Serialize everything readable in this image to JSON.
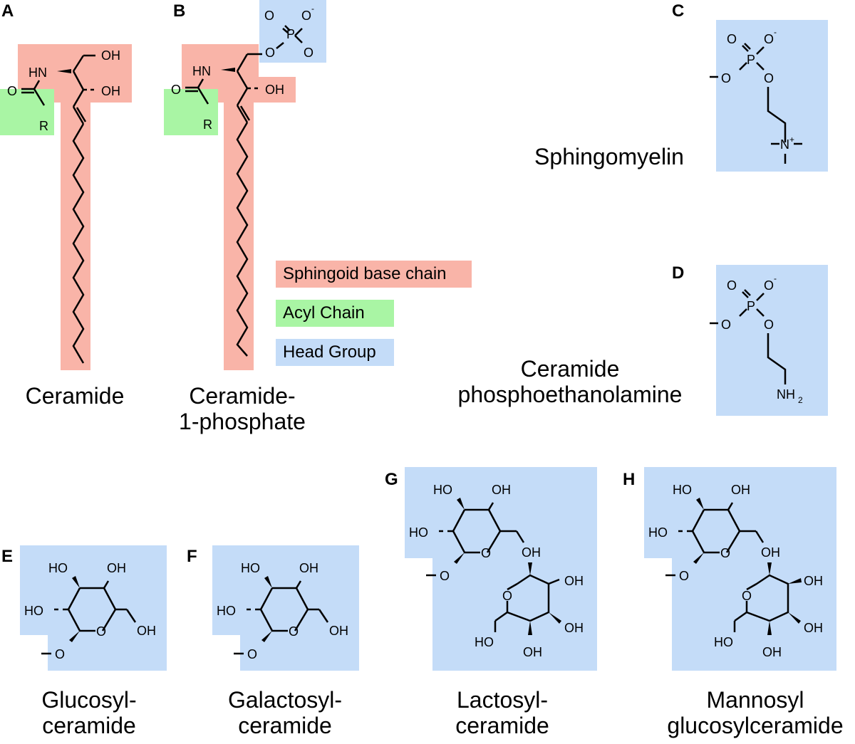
{
  "colors": {
    "sphingoid": "#f9b4a8",
    "acyl": "#a9f5a4",
    "head": "#c4dcf8"
  },
  "legend": [
    {
      "label": "Sphingoid base chain",
      "color": "#f9b4a8"
    },
    {
      "label": "Acyl Chain",
      "color": "#a9f5a4"
    },
    {
      "label": "Head Group",
      "color": "#c4dcf8"
    }
  ],
  "panels": {
    "A": {
      "letter": "A",
      "caption": "Ceramide"
    },
    "B": {
      "letter": "B",
      "caption_line1": "Ceramide-",
      "caption_line2": "1-phosphate"
    },
    "C": {
      "letter": "C",
      "caption": "Sphingomyelin"
    },
    "D": {
      "letter": "D",
      "caption_line1": "Ceramide",
      "caption_line2": "phosphoethanolamine"
    },
    "E": {
      "letter": "E",
      "caption_line1": "Glucosyl-",
      "caption_line2": "ceramide"
    },
    "F": {
      "letter": "F",
      "caption_line1": "Galactosyl-",
      "caption_line2": "ceramide"
    },
    "G": {
      "letter": "G",
      "caption_line1": "Lactosyl-",
      "caption_line2": "ceramide"
    },
    "H": {
      "letter": "H",
      "caption_line1": "Mannosyl",
      "caption_line2": "glucosylceramide"
    }
  },
  "atoms": {
    "hn": "HN",
    "oh": "OH",
    "ho": "HO",
    "o": "O",
    "r": "R",
    "p": "P",
    "n": "N",
    "nh2": "NH",
    "sub2": "2",
    "minus": "-",
    "plus": "+"
  }
}
